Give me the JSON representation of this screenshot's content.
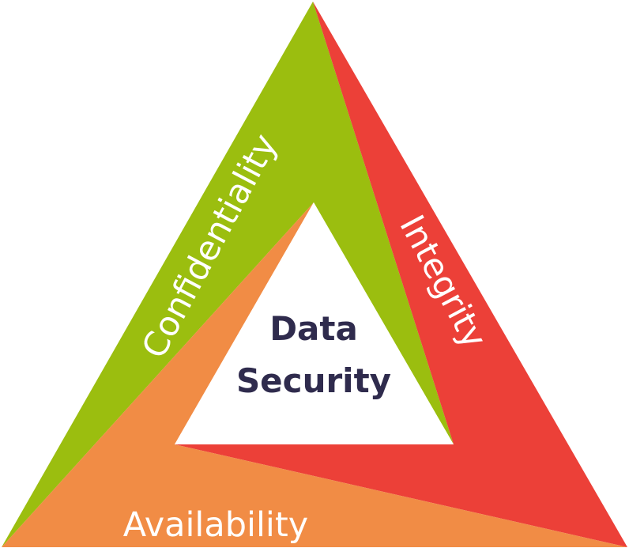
{
  "title": "Data Security",
  "center": {
    "line1": "Data",
    "line2": "Security",
    "color": "#2f2b4d"
  },
  "segments": [
    {
      "id": "confidentiality",
      "label": "Confidentiality",
      "color": "#9bbe0f",
      "position": "left edge"
    },
    {
      "id": "integrity",
      "label": "Integrity",
      "color": "#ec4038",
      "position": "right edge"
    },
    {
      "id": "availability",
      "label": "Availability",
      "color": "#f18c45",
      "position": "bottom edge"
    }
  ],
  "label_color": "#ffffff"
}
